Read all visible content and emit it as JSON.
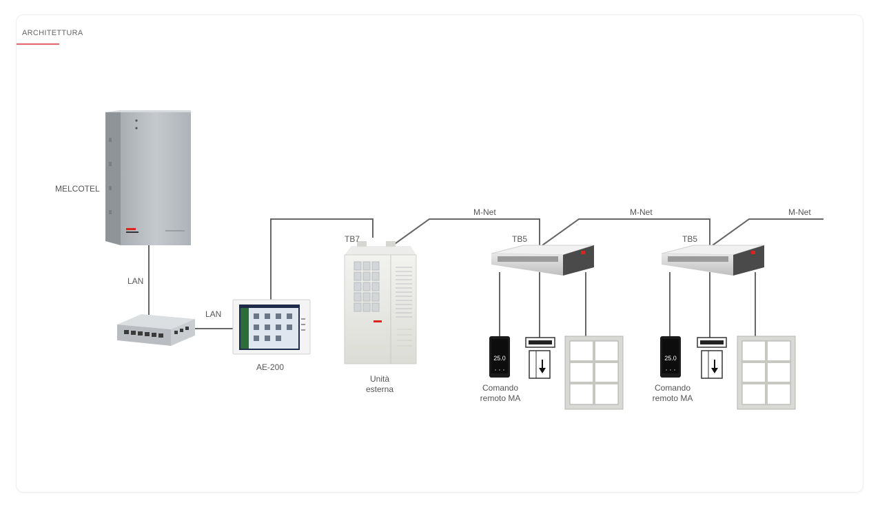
{
  "section": {
    "title": "ARCHITETTURA"
  },
  "labels": {
    "melcotel": "MELCOTEL",
    "lan_1": "LAN",
    "lan_2": "LAN",
    "ae200": "AE-200",
    "tb7": "TB7",
    "outdoor_line1": "Unità",
    "outdoor_line2": "esterna",
    "mnet_1": "M-Net",
    "mnet_2": "M-Net",
    "mnet_3": "M-Net",
    "tb5_1": "TB5",
    "tb5_2": "TB5",
    "remote_1_line1": "Comando",
    "remote_1_line2": "remoto MA",
    "remote_2_line1": "Comando",
    "remote_2_line2": "remoto MA",
    "display_temp": "25.0"
  },
  "colors": {
    "accent": "#e8636a",
    "line": "#666666",
    "brand_red": "#d9261c"
  }
}
